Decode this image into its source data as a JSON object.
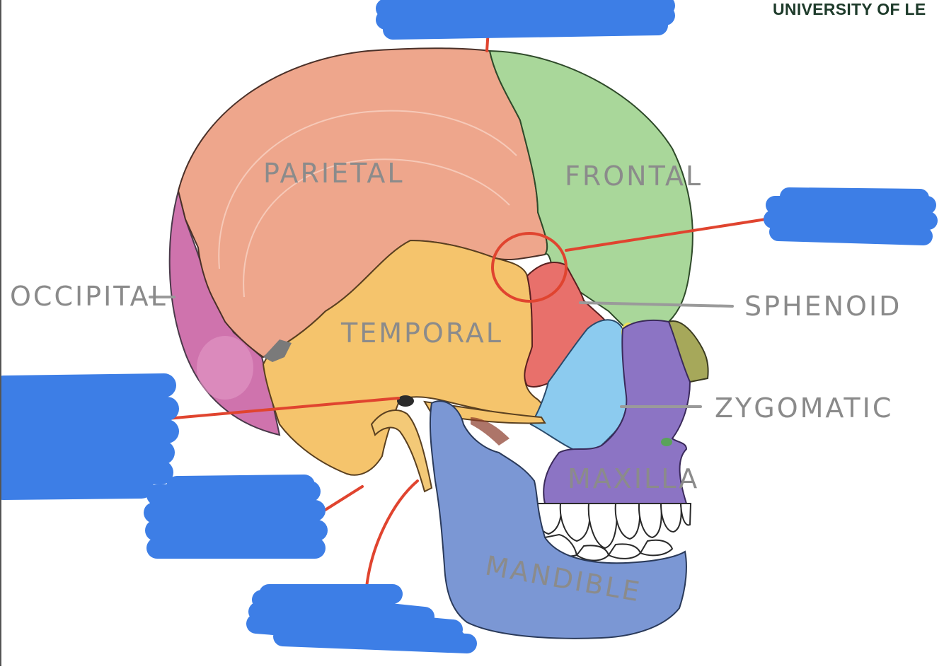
{
  "header": {
    "text": "UNIVERSITY OF LE",
    "color": "#1e3b2b"
  },
  "labels": {
    "parietal": "PARIETAL",
    "frontal": "FRONTAL",
    "occipital": "OCCIPITAL",
    "temporal": "TEMPORAL",
    "sphenoid": "SPHENOID",
    "zygomatic": "ZYGOMATIC",
    "maxilla": "MAXILLA",
    "mandible": "MANDIBLE"
  },
  "colors": {
    "parietal": "#eea68c",
    "frontal": "#a9d79a",
    "occipital": "#cf73ad",
    "temporal": "#f5c46c",
    "sphenoid": "#e8706b",
    "zygomatic": "#8ccbef",
    "maxilla": "#8c74c4",
    "mandible": "#7b97d4",
    "nasal": "#a6a85a",
    "redaction": "#3d7ee6",
    "leader_red": "#e0442f",
    "leader_grey": "#9a9a9a",
    "label_text": "#8a8a8a"
  }
}
